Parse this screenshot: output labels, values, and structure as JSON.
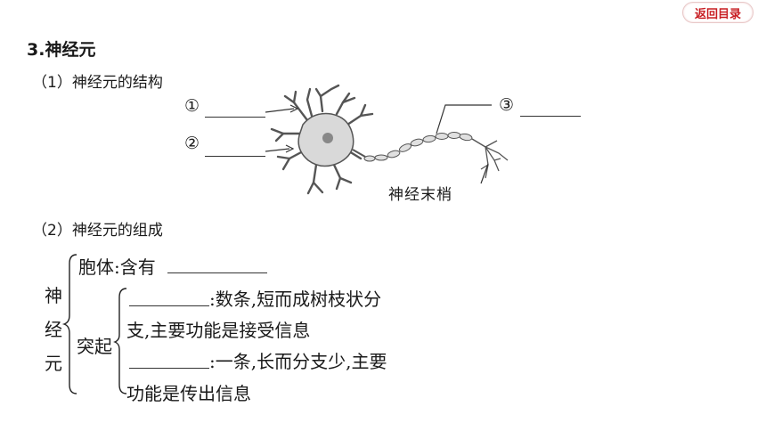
{
  "nav": {
    "back_label": "返回目录"
  },
  "section_title": "3.神经元",
  "part1": {
    "heading": "（1）神经元的结构",
    "markers": [
      "①",
      "②",
      "③"
    ],
    "terminal_label": "神经末梢"
  },
  "part2": {
    "heading": "（2）神经元的组成",
    "root_chars": [
      "神",
      "经",
      "元"
    ],
    "soma": {
      "label": "胞体:含有"
    },
    "process_label": "突起",
    "dendrite_text_a": ":数条,短而成树枝状分",
    "dendrite_text_b": "支,主要功能是接受信息",
    "axon_text_a": ":一条,长而分支少,主要",
    "axon_text_b": "功能是传出信息"
  },
  "colors": {
    "accent": "#c81e23",
    "text": "#1a1a1a",
    "diagram_fill": "#d9d9d9",
    "diagram_stroke": "#555555"
  }
}
